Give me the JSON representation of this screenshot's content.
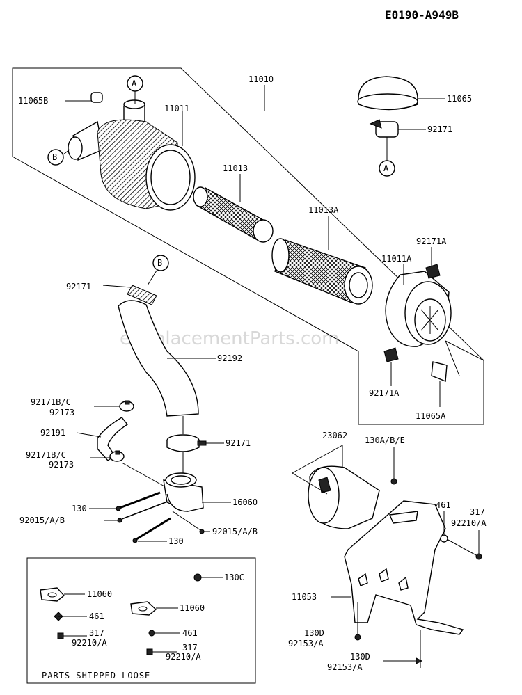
{
  "diagram_code": "E0190-A949B",
  "watermark": "eReplacementParts.com",
  "parts_shipped_loose_title": "PARTS SHIPPED LOOSE",
  "callouts": {
    "A": "A",
    "B": "B"
  },
  "labels": {
    "l11010": "11010",
    "l11065b": "11065B",
    "l11011": "11011",
    "l11065": "11065",
    "l92171_top": "92171",
    "l11013": "11013",
    "l11013a": "11013A",
    "l92171a_top": "92171A",
    "l11011a": "11011A",
    "l92171_b": "92171",
    "l92192": "92192",
    "l92171a_bot": "92171A",
    "l11065a": "11065A",
    "l92171bc_1": "92171B/C",
    "l92173_1": "92173",
    "l92191": "92191",
    "l92171_mid": "92171",
    "l92171bc_2": "92171B/C",
    "l92173_2": "92173",
    "l130_1": "130",
    "l16060": "16060",
    "l92015_1": "92015/A/B",
    "l92015_2": "92015/A/B",
    "l130_2": "130",
    "l23062": "23062",
    "l130abe": "130A/B/E",
    "l461_r": "461",
    "l317_r": "317",
    "l92210a_r": "92210/A",
    "l130c": "130C",
    "l11060_1": "11060",
    "l461_b1": "461",
    "l317_b1": "317",
    "l92210a_b1": "92210/A",
    "l11060_2": "11060",
    "l461_b2": "461",
    "l317_b2": "317",
    "l92210a_b2": "92210/A",
    "l11053": "11053",
    "l130d_1": "130D",
    "l92153a_1": "92153/A",
    "l130d_2": "130D",
    "l92153a_2": "92153/A"
  }
}
